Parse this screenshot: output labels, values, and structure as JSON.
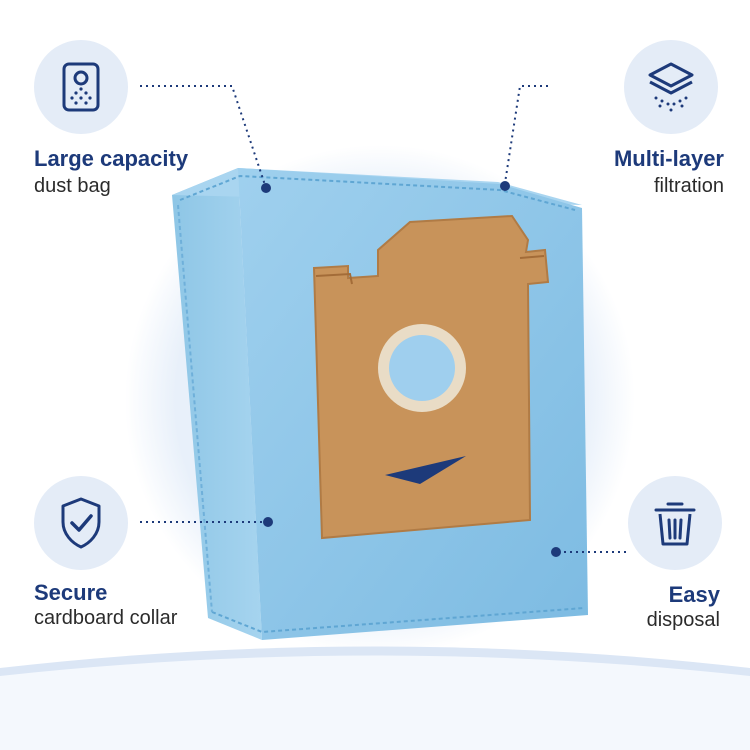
{
  "colors": {
    "navy": "#1d3a7a",
    "icon_bg": "#e4ecf7",
    "bag_blue": "#8ec6e6",
    "cardboard": "#c8935a",
    "wave": "#c9d9ef"
  },
  "features": [
    {
      "title": "Large capacity",
      "subtitle": "dust bag",
      "icon": "dust-bag-icon"
    },
    {
      "title": "Multi-layer",
      "subtitle": "filtration",
      "icon": "layers-icon"
    },
    {
      "title": "Secure",
      "subtitle": "cardboard collar",
      "icon": "shield-check-icon"
    },
    {
      "title": "Easy",
      "subtitle": "disposal",
      "icon": "trash-can-icon"
    }
  ]
}
